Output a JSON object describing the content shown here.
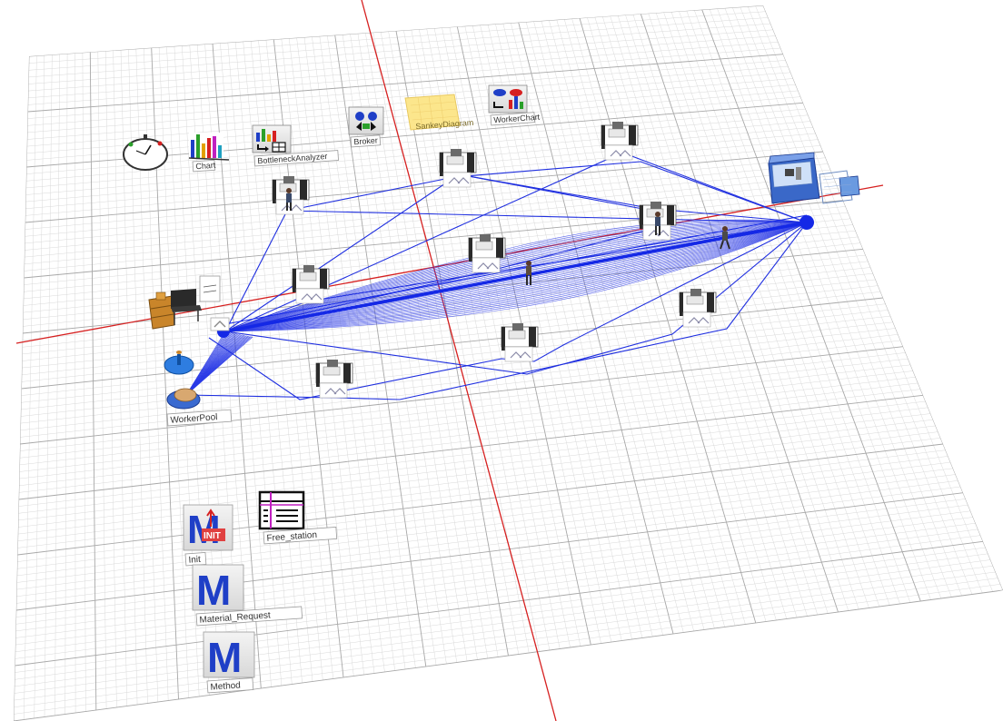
{
  "app": {
    "view": "3D"
  },
  "colors": {
    "background": "#ffffff",
    "grid_minor": "#d4d4d4",
    "grid_major": "#a8a8a8",
    "axis": "#d62020",
    "path": "#1f2fe0",
    "node": "#1428e6"
  },
  "toolbar_objects": [
    {
      "name": "event-controller",
      "label": "",
      "icon": "clock-icon"
    },
    {
      "name": "chart",
      "label": "Chart",
      "icon": "bar-chart-icon"
    },
    {
      "name": "bottleneck-analyzer",
      "label": "BottleneckAnalyzer",
      "icon": "bottleneck-icon"
    },
    {
      "name": "broker",
      "label": "Broker",
      "icon": "broker-icon"
    },
    {
      "name": "sankey-diagram",
      "label": "SankeyDiagram",
      "icon": "sankey-icon"
    },
    {
      "name": "worker-chart",
      "label": "WorkerChart",
      "icon": "worker-chart-icon"
    }
  ],
  "pool": {
    "label": "WorkerPool"
  },
  "methods": {
    "init": {
      "label": "Init",
      "badge": "INIT",
      "glyph": "M"
    },
    "free_station": {
      "label": "Free_station",
      "icon": "table-icon"
    },
    "material_request": {
      "label": "Material_Request",
      "glyph": "M"
    },
    "method": {
      "label": "Method",
      "glyph": "M"
    }
  }
}
